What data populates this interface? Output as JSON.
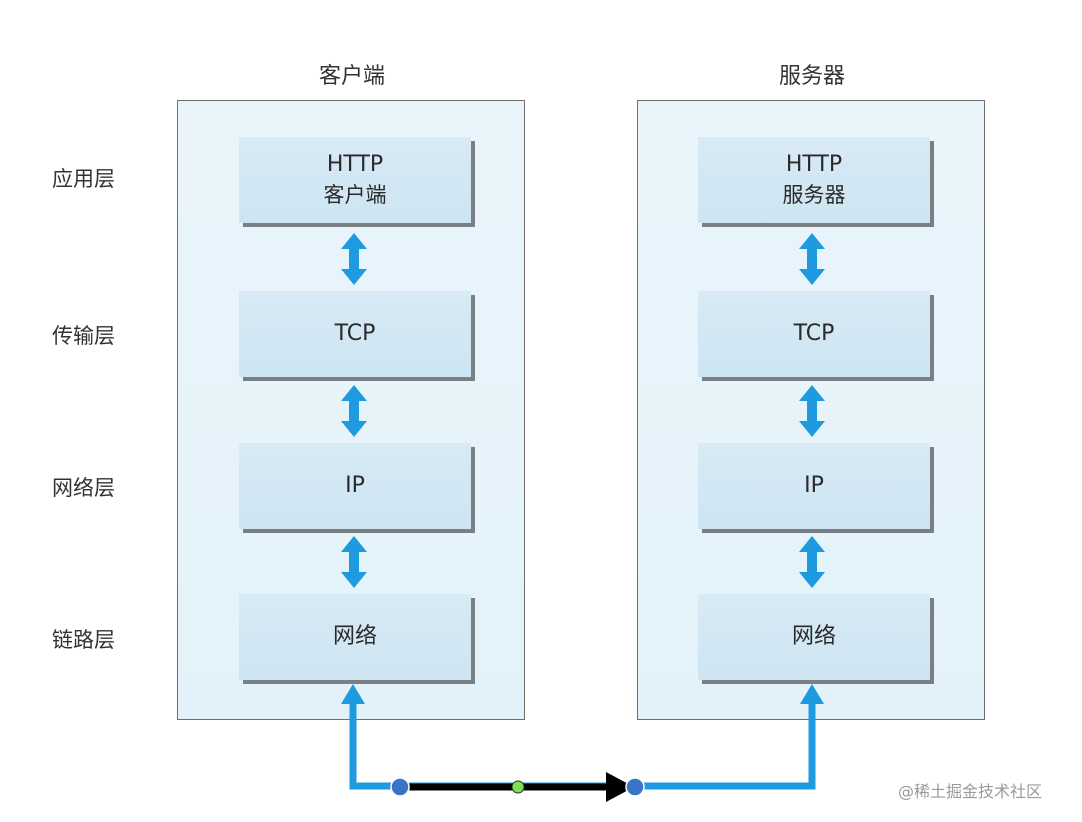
{
  "columns": [
    {
      "title": "客户端",
      "boxes": [
        {
          "line1": "HTTP",
          "line2": "客户端"
        },
        {
          "line1": "TCP",
          "line2": ""
        },
        {
          "line1": "IP",
          "line2": ""
        },
        {
          "line1": "网络",
          "line2": ""
        }
      ]
    },
    {
      "title": "服务器",
      "boxes": [
        {
          "line1": "HTTP",
          "line2": "服务器"
        },
        {
          "line1": "TCP",
          "line2": ""
        },
        {
          "line1": "IP",
          "line2": ""
        },
        {
          "line1": "网络",
          "line2": ""
        }
      ]
    }
  ],
  "layers": [
    "应用层",
    "传输层",
    "网络层",
    "链路层"
  ],
  "colors": {
    "arrow": "#1e9be0",
    "connector_black": "#000000",
    "handle_blue": "#3a74c8",
    "handle_green": "#7ee05a"
  },
  "watermark": "@稀土掘金技术社区"
}
